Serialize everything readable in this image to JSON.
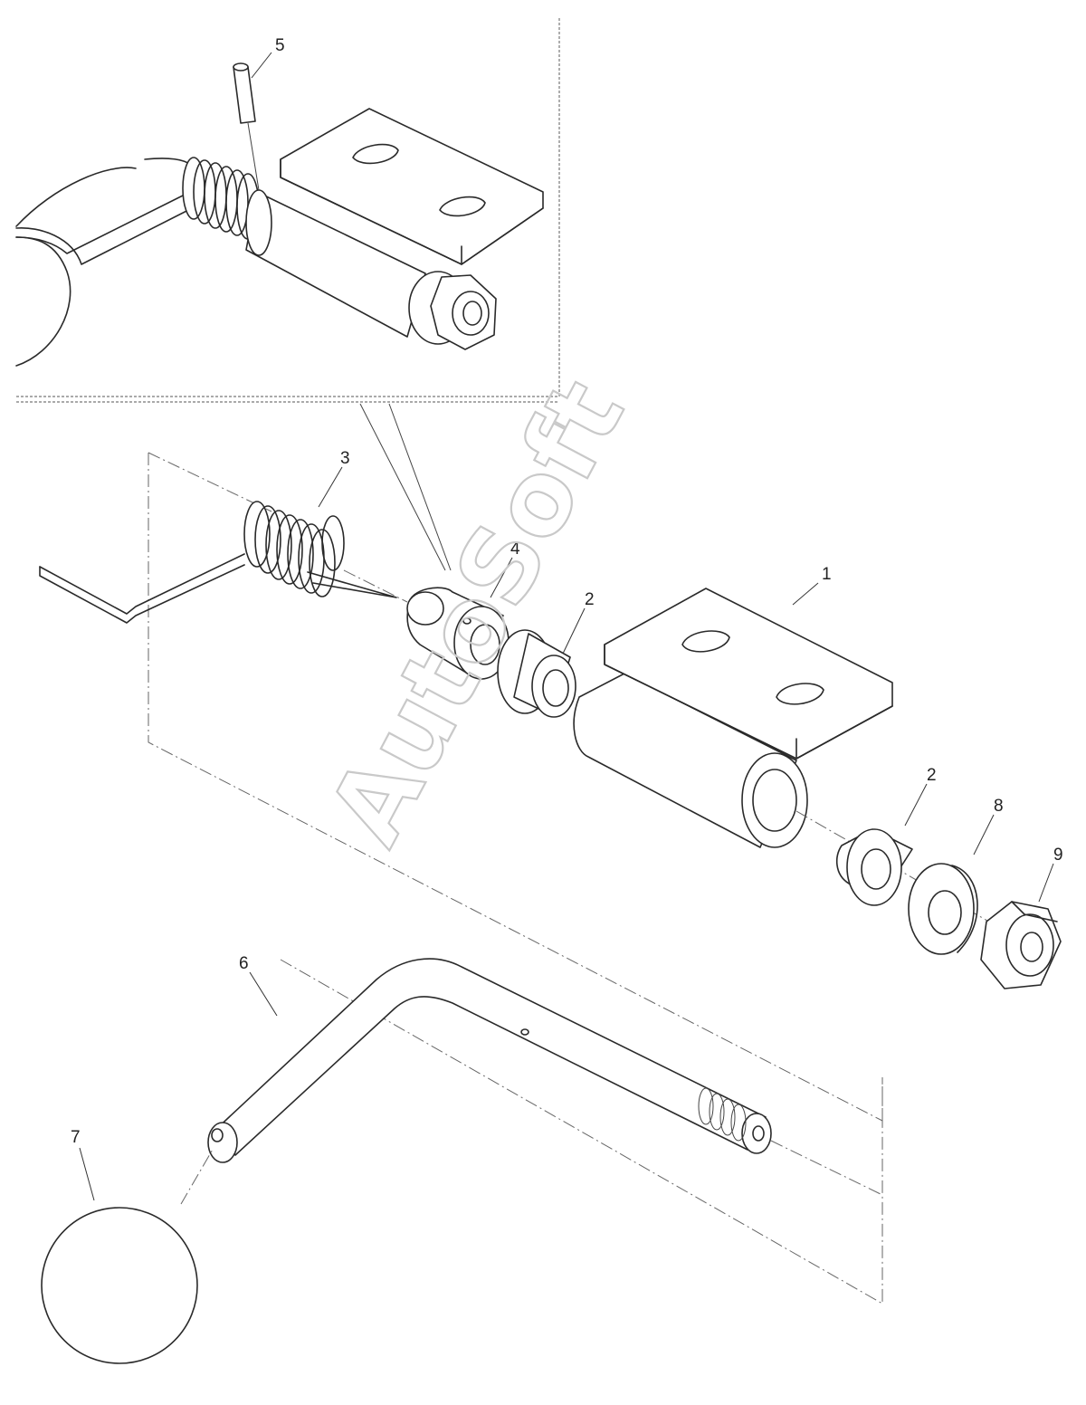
{
  "callouts": {
    "c1": "1",
    "c2a": "2",
    "c2b": "2",
    "c3": "3",
    "c4": "4",
    "c5": "5",
    "c6": "6",
    "c7": "7",
    "c8": "8",
    "c9": "9"
  },
  "watermark": "AutoSoft"
}
